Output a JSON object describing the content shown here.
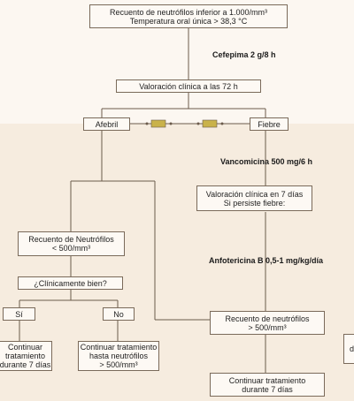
{
  "nodes": {
    "start": {
      "line1": "Recuento de neutrófilos inferior a 1.000/mm³",
      "line2": "Temperatura oral única > 38,3 °C"
    },
    "valoracion72": "Valoración clínica a las 72 h",
    "afebril": "Afebril",
    "fiebre": "Fiebre",
    "valoracion7": {
      "line1": "Valoración clínica en 7 días",
      "line2": "Si persiste fiebre:"
    },
    "neutro500": {
      "line1": "Recuento de Neutrófilos",
      "line2": "< 500/mm³"
    },
    "clinicamente": "¿Clínicamente bien?",
    "si": "Sí",
    "no": "No",
    "continuarSi": {
      "line1": "Continuar",
      "line2": "tratamiento",
      "line3": "durante 7 días"
    },
    "continuarNo": {
      "line1": "Continuar tratamiento",
      "line2": "hasta neutrófilos",
      "line3": "> 500/mm³"
    },
    "neutroMayor": {
      "line1": "Recuento de neutrófilos",
      "line2": "> 500/mm³"
    },
    "continuarFinal": {
      "line1": "Continuar tratamiento",
      "line2": "durante 7 días"
    },
    "edgeLetter": "d"
  },
  "drugs": {
    "cefepima": "Cefepima 2 g/8 h",
    "vancomicina": "Vancomicina 500 mg/6 h",
    "anfotericina": "Anfotericina B 0,5-1 mg/kg/día"
  },
  "colors": {
    "line": "#6b5b4b",
    "connector": "#c9b24a",
    "background": "#f6ecdf"
  }
}
